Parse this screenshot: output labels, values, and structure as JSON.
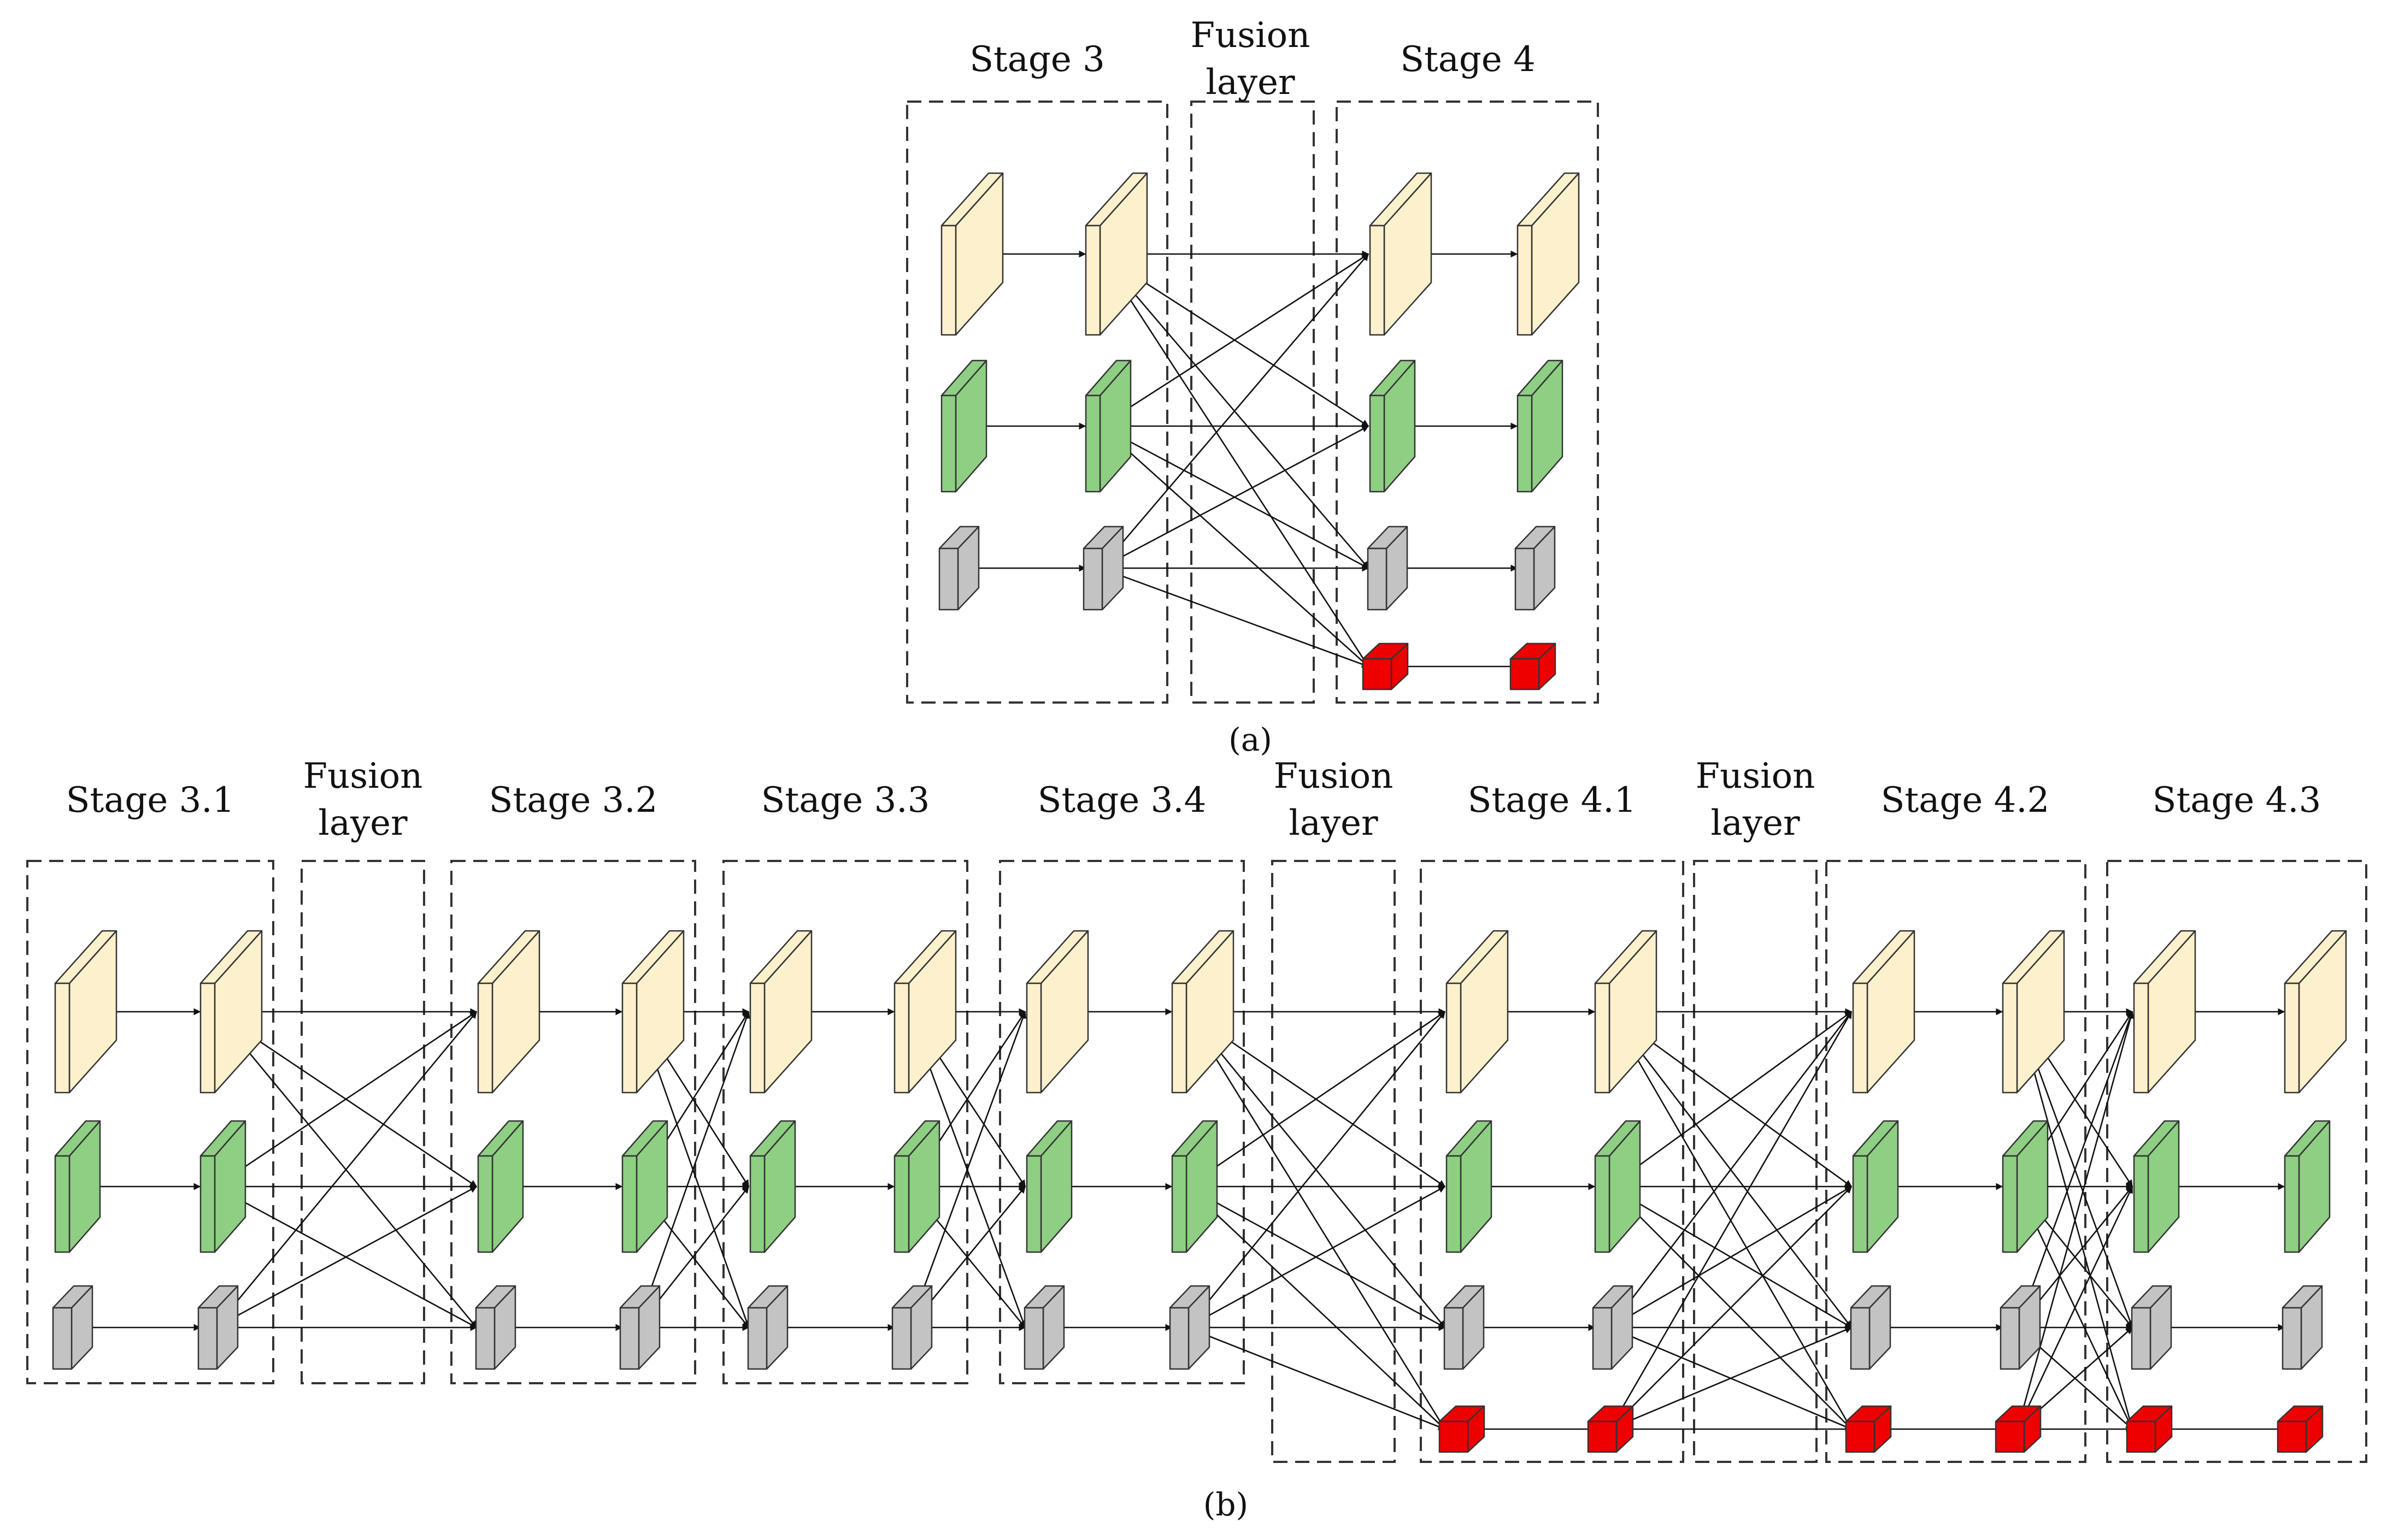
{
  "colors": {
    "high_resolution": "#fdf0cc",
    "medium_resolution": "#8ecf83",
    "low_resolution": "#c3c3c3",
    "lowest_resolution": "#ee0000",
    "line": "#111111"
  },
  "panel_a": {
    "caption": "(a)",
    "stages": [
      {
        "label": "Stage 3",
        "lines": [
          "Stage 3"
        ]
      },
      {
        "label": "Fusion layer",
        "lines": [
          "Fusion",
          "layer"
        ]
      },
      {
        "label": "Stage 4",
        "lines": [
          "Stage 4"
        ]
      }
    ]
  },
  "panel_b": {
    "caption": "(b)",
    "stages": [
      {
        "label": "Stage 3.1",
        "lines": [
          "Stage 3.1"
        ]
      },
      {
        "label": "Fusion layer",
        "lines": [
          "Fusion",
          "layer"
        ]
      },
      {
        "label": "Stage 3.2",
        "lines": [
          "Stage 3.2"
        ]
      },
      {
        "label": "Stage 3.3",
        "lines": [
          "Stage 3.3"
        ]
      },
      {
        "label": "Stage 3.4",
        "lines": [
          "Stage 3.4"
        ]
      },
      {
        "label": "Fusion layer",
        "lines": [
          "Fusion",
          "layer"
        ]
      },
      {
        "label": "Stage 4.1",
        "lines": [
          "Stage 4.1"
        ]
      },
      {
        "label": "Fusion layer",
        "lines": [
          "Fusion",
          "layer"
        ]
      },
      {
        "label": "Stage 4.2",
        "lines": [
          "Stage 4.2"
        ]
      },
      {
        "label": "Stage 4.3",
        "lines": [
          "Stage 4.3"
        ]
      }
    ]
  }
}
